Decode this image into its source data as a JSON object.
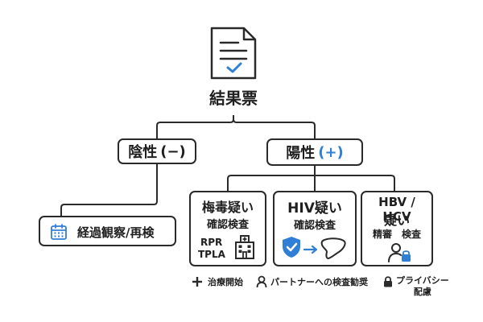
{
  "root": {
    "title": "結果票",
    "icon": "document-check-icon"
  },
  "negative": {
    "label": "陰性",
    "sign": "(−)",
    "followup": {
      "label": "経過観察/再検",
      "icon": "calendar-icon"
    }
  },
  "positive": {
    "label": "陽性",
    "sign": "(+)"
  },
  "cards": [
    {
      "title": "梅毒疑い",
      "subtitle": "確認検査",
      "tests": [
        "RPR",
        "TPLA"
      ],
      "icon": "hospital-icon"
    },
    {
      "title": "HIV疑い",
      "subtitle": "確認検査",
      "icons": [
        "shield-check-icon",
        "arrow-right-icon",
        "liver-icon"
      ]
    },
    {
      "title_line1": "HBV / HCV",
      "title_line2": "疑い",
      "subtitle": "精審　検査",
      "icon": "person-lock-icon"
    }
  ],
  "legend": [
    {
      "icon": "plus-icon",
      "label": "治療開始"
    },
    {
      "icon": "person-icon",
      "label": "パートナーへの検査勧奨"
    },
    {
      "icon": "lock-icon",
      "label_line1": "プライバシー",
      "label_line2": "配慮"
    }
  ],
  "colors": {
    "accent": "#2f7fd6",
    "stroke": "#2a2a2a"
  }
}
